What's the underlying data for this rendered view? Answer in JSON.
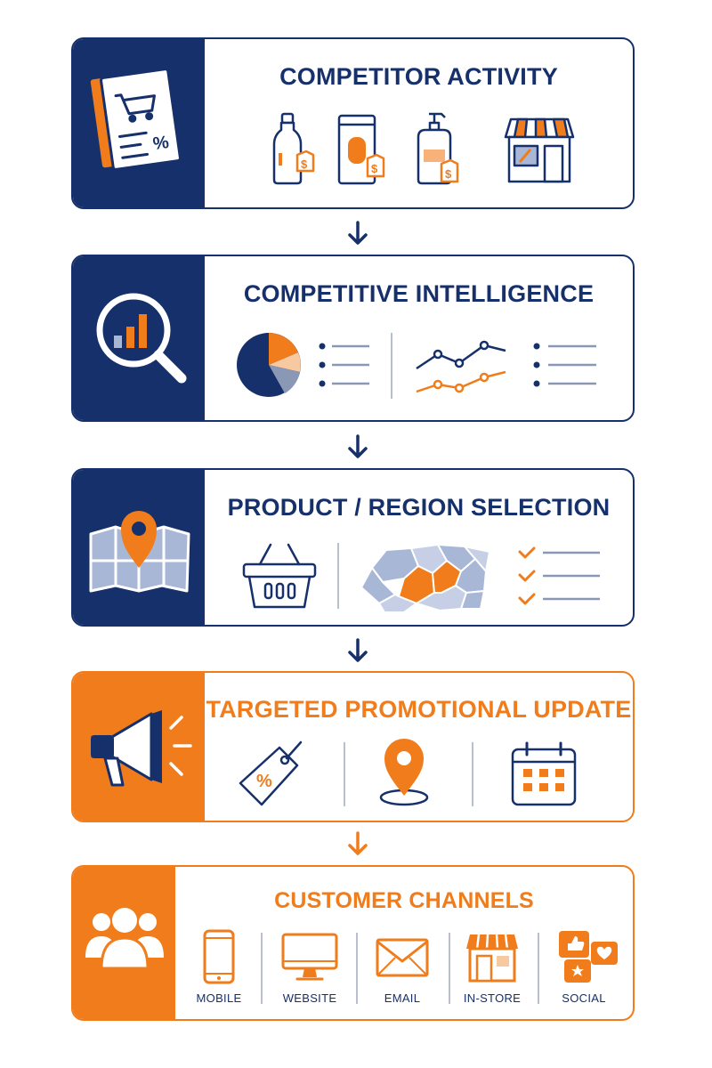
{
  "steps": [
    {
      "title": "COMPETITOR ACTIVITY"
    },
    {
      "title": "COMPETITIVE INTELLIGENCE"
    },
    {
      "title": "PRODUCT / REGION SELECTION"
    },
    {
      "title": "TARGETED PROMOTIONAL UPDATE"
    },
    {
      "title": "CUSTOMER CHANNELS"
    }
  ],
  "channels": [
    "MOBILE",
    "WEBSITE",
    "EMAIL",
    "IN-STORE",
    "SOCIAL"
  ],
  "icons": {
    "step1_side": "shopping-flyer-icon",
    "step1": [
      "bottle-price-tag-icon",
      "jar-price-tag-icon",
      "pump-bottle-price-tag-icon",
      "storefront-icon"
    ],
    "step2_side": "magnifier-bar-chart-icon",
    "step2": [
      "pie-chart-icon",
      "bullet-list-icon",
      "line-chart-icon",
      "bullet-list-icon"
    ],
    "step3_side": "map-pin-icon",
    "step3": [
      "shopping-basket-icon",
      "region-map-icon",
      "checklist-icon"
    ],
    "step4_side": "megaphone-icon",
    "step4": [
      "discount-tag-icon",
      "location-pin-icon",
      "calendar-icon"
    ],
    "step5_side": "people-group-icon",
    "step5": [
      "smartphone-icon",
      "monitor-icon",
      "envelope-icon",
      "store-icon",
      "social-media-icon"
    ]
  },
  "colors": {
    "navy": "#16306b",
    "orange": "#f07c1b",
    "light_blue": "#a9b7d6",
    "grey": "#8a97b5"
  }
}
